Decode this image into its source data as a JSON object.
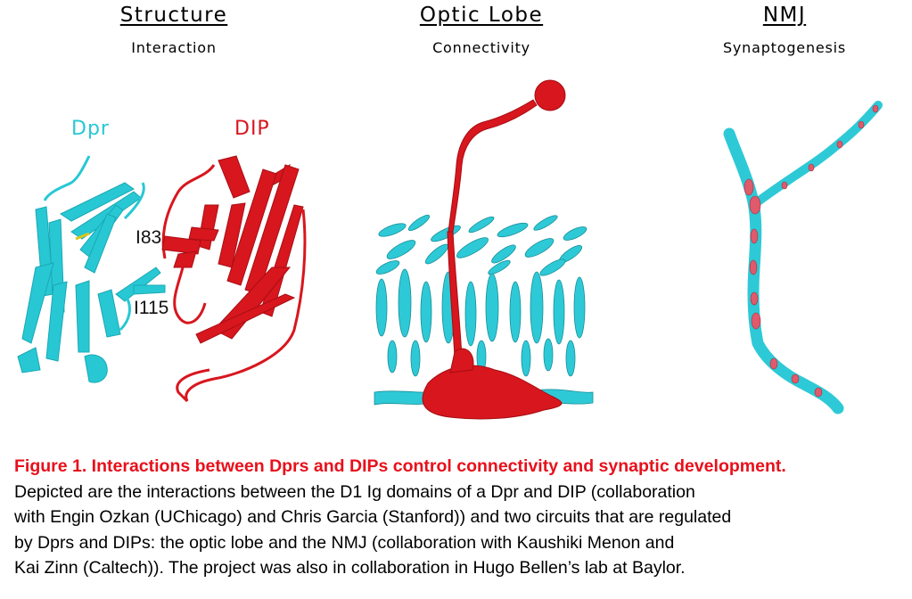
{
  "panels": [
    {
      "title": "Structure",
      "subtitle": "Interaction"
    },
    {
      "title": "Optic Lobe",
      "subtitle": "Connectivity"
    },
    {
      "title": "NMJ",
      "subtitle": "Synaptogenesis"
    }
  ],
  "structure_labels": {
    "dpr": "Dpr",
    "dip": "DIP",
    "residue_1": "I83",
    "residue_2": "I115"
  },
  "colors": {
    "dpr": "#27c8d4",
    "dip": "#d8161e",
    "caption_title": "#e8101b"
  },
  "caption": {
    "title": "Figure 1. Interactions between Dprs and DIPs control connectivity and synaptic development.",
    "lines": [
      "Depicted are the interactions between the D1 Ig domains of a Dpr and DIP (collaboration",
      "with Engin Ozkan (UChicago) and Chris Garcia (Stanford)) and two circuits that are regulated",
      "by Dprs and DIPs: the optic lobe and the NMJ (collaboration with Kaushiki Menon and",
      "Kai Zinn (Caltech)).  The project was also in collaboration in Hugo Bellen’s lab at Baylor."
    ]
  }
}
